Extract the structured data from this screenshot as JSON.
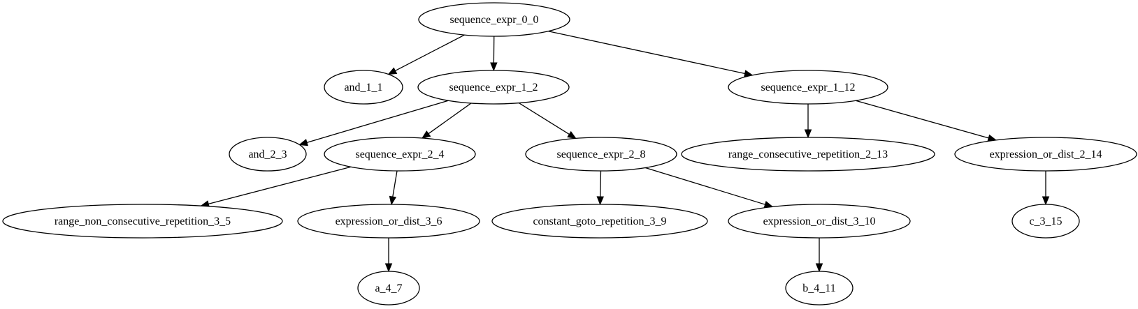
{
  "colors": {
    "background": "#ffffff",
    "stroke": "#000000",
    "text": "#000000"
  },
  "graph": {
    "nodes": [
      {
        "id": "n0",
        "label": "sequence_expr_0_0"
      },
      {
        "id": "n1",
        "label": "and_1_1"
      },
      {
        "id": "n2",
        "label": "sequence_expr_1_2"
      },
      {
        "id": "n3",
        "label": "sequence_expr_1_12"
      },
      {
        "id": "n4",
        "label": "and_2_3"
      },
      {
        "id": "n5",
        "label": "sequence_expr_2_4"
      },
      {
        "id": "n6",
        "label": "sequence_expr_2_8"
      },
      {
        "id": "n7",
        "label": "range_consecutive_repetition_2_13"
      },
      {
        "id": "n8",
        "label": "expression_or_dist_2_14"
      },
      {
        "id": "n9",
        "label": "range_non_consecutive_repetition_3_5"
      },
      {
        "id": "n10",
        "label": "expression_or_dist_3_6"
      },
      {
        "id": "n11",
        "label": "constant_goto_repetition_3_9"
      },
      {
        "id": "n12",
        "label": "expression_or_dist_3_10"
      },
      {
        "id": "n13",
        "label": "c_3_15"
      },
      {
        "id": "n14",
        "label": "a_4_7"
      },
      {
        "id": "n15",
        "label": "b_4_11"
      }
    ],
    "edges": [
      {
        "from": "n0",
        "to": "n1"
      },
      {
        "from": "n0",
        "to": "n2"
      },
      {
        "from": "n0",
        "to": "n3"
      },
      {
        "from": "n2",
        "to": "n4"
      },
      {
        "from": "n2",
        "to": "n5"
      },
      {
        "from": "n2",
        "to": "n6"
      },
      {
        "from": "n3",
        "to": "n7"
      },
      {
        "from": "n3",
        "to": "n8"
      },
      {
        "from": "n5",
        "to": "n9"
      },
      {
        "from": "n5",
        "to": "n10"
      },
      {
        "from": "n6",
        "to": "n11"
      },
      {
        "from": "n6",
        "to": "n12"
      },
      {
        "from": "n8",
        "to": "n13"
      },
      {
        "from": "n10",
        "to": "n14"
      },
      {
        "from": "n12",
        "to": "n15"
      }
    ]
  }
}
